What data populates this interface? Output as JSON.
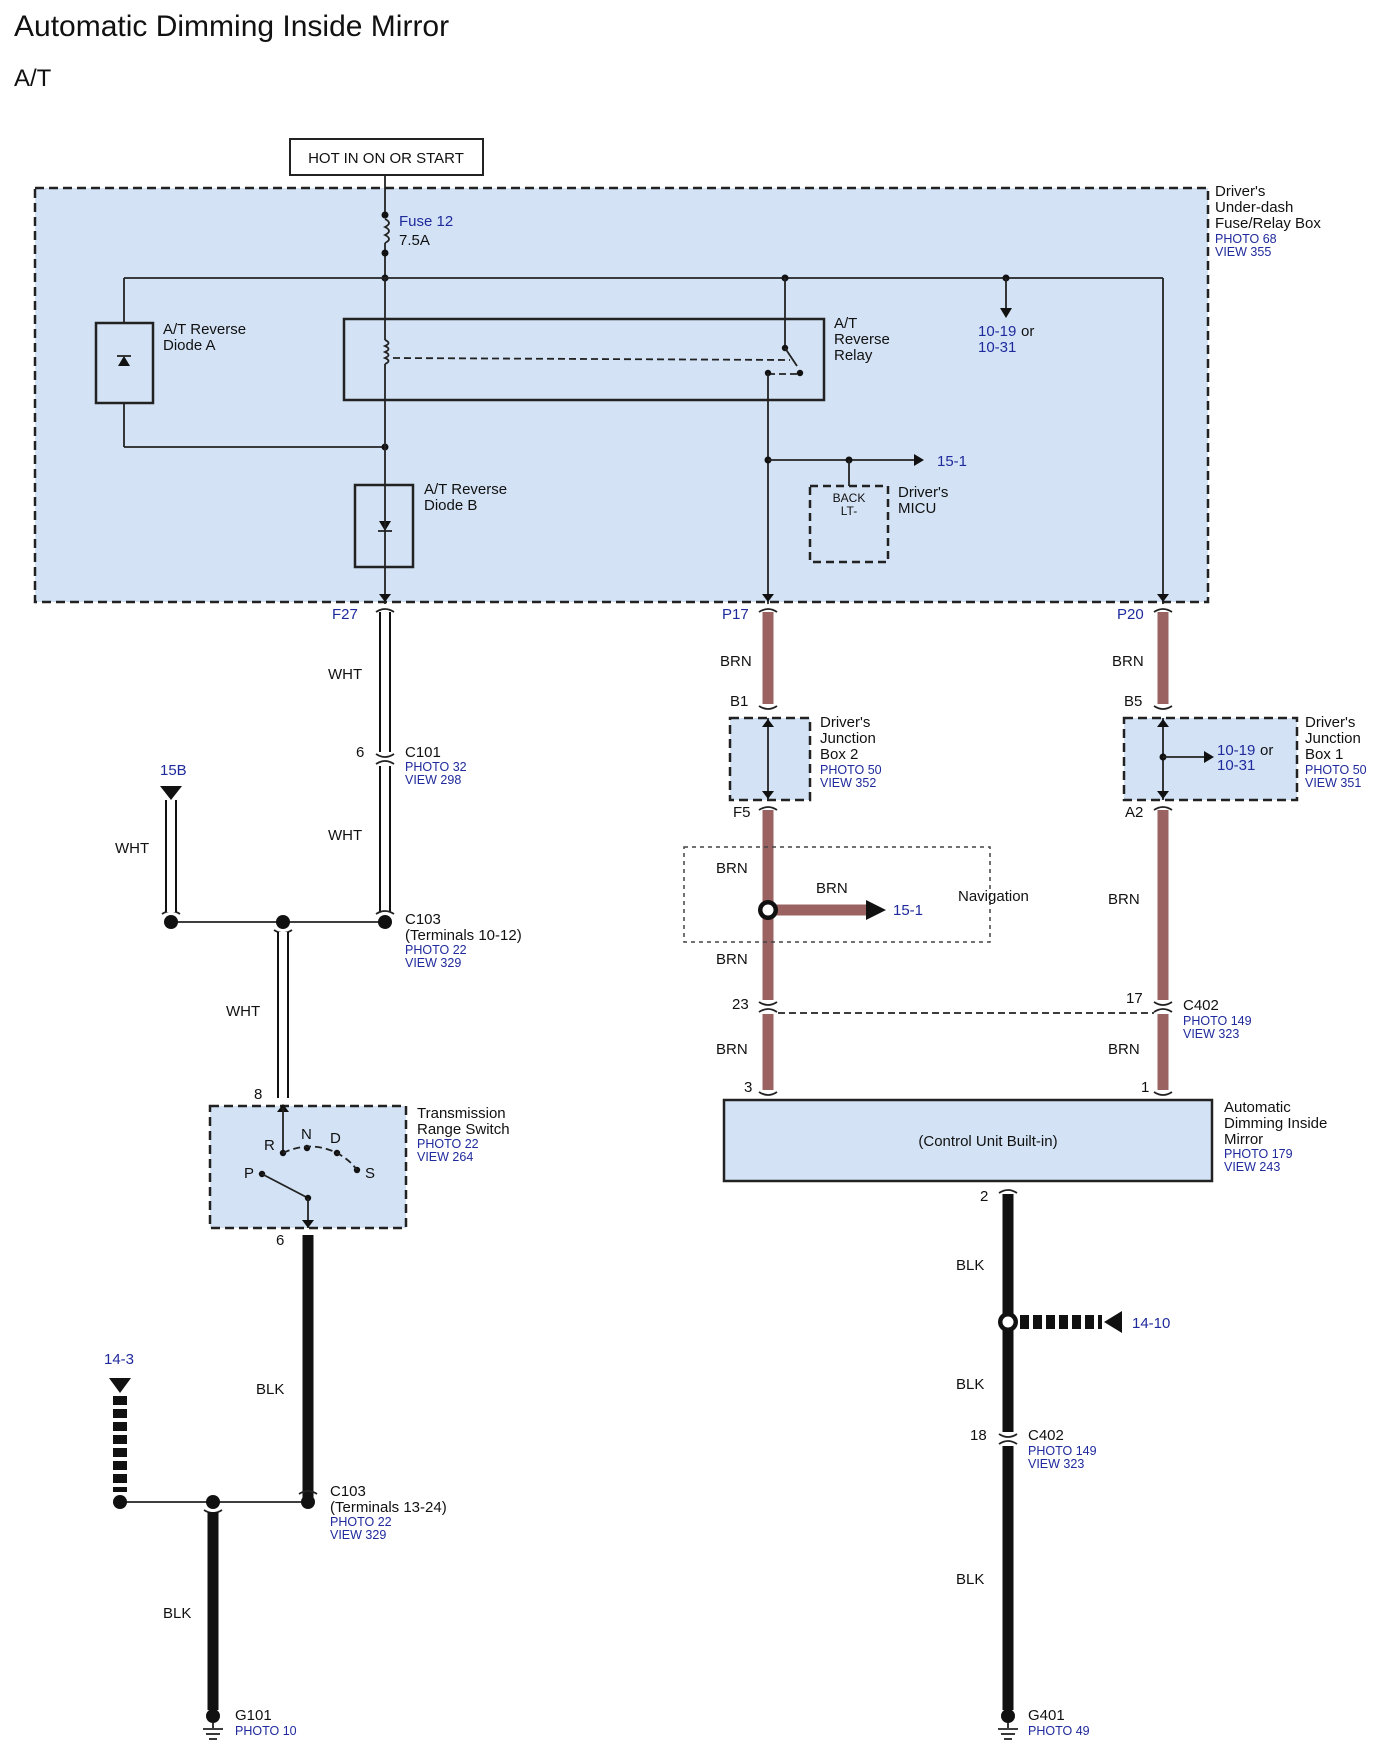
{
  "title": "Automatic Dimming Inside Mirror",
  "subtitle": "A/T",
  "hot_label": "HOT IN ON OR START",
  "fuse": {
    "name": "Fuse 12",
    "rating": "7.5A"
  },
  "fuse_box": {
    "name_1": "Driver's",
    "name_2": "Under-dash",
    "name_3": "Fuse/Relay Box",
    "photo": "PHOTO 68",
    "view": "VIEW 355"
  },
  "diode_a": {
    "line1": "A/T Reverse",
    "line2": "Diode A"
  },
  "diode_b": {
    "line1": "A/T Reverse",
    "line2": "Diode B"
  },
  "relay": {
    "line1": "A/T",
    "line2": "Reverse",
    "line3": "Relay"
  },
  "ref_top": {
    "a": "10-19",
    "or": "or",
    "b": "10-31"
  },
  "micu": {
    "inner1": "BACK",
    "inner2": "LT-",
    "name1": "Driver's",
    "name2": "MICU",
    "ref": "15-1"
  },
  "terminals": {
    "f27": "F27",
    "p17": "P17",
    "p20": "P20",
    "b1": "B1",
    "f5": "F5",
    "b5": "B5",
    "a2": "A2"
  },
  "colors": {
    "wht": "WHT",
    "brn": "BRN",
    "blk": "BLK"
  },
  "c101": {
    "pin": "6",
    "name": "C101",
    "photo": "PHOTO 32",
    "view": "VIEW 298"
  },
  "c103_top": {
    "name": "C103",
    "terms": "(Terminals 10-12)",
    "photo": "PHOTO 22",
    "view": "VIEW 329"
  },
  "ref_15b": "15B",
  "jb2": {
    "line1": "Driver's",
    "line2": "Junction",
    "line3": "Box 2",
    "photo": "PHOTO 50",
    "view": "VIEW 352"
  },
  "jb1": {
    "line1": "Driver's",
    "line2": "Junction",
    "line3": "Box 1",
    "photo": "PHOTO 50",
    "view": "VIEW 351",
    "ref_a": "10-19",
    "ref_or": "or",
    "ref_b": "10-31"
  },
  "navigation": {
    "label": "Navigation",
    "ref": "15-1"
  },
  "c402_top": {
    "pin_left": "23",
    "pin_right": "17",
    "name": "C402",
    "photo": "PHOTO 149",
    "view": "VIEW 323"
  },
  "mirror": {
    "pin3": "3",
    "pin1": "1",
    "pin2": "2",
    "inner": "(Control Unit Built-in)",
    "line1": "Automatic",
    "line2": "Dimming Inside",
    "line3": "Mirror",
    "photo": "PHOTO 179",
    "view": "VIEW 243"
  },
  "trs": {
    "pin_top": "8",
    "pin_bottom": "6",
    "line1": "Transmission",
    "line2": "Range Switch",
    "photo": "PHOTO 22",
    "view": "VIEW 264",
    "pos_r": "R",
    "pos_n": "N",
    "pos_d": "D",
    "pos_p": "P",
    "pos_s": "S"
  },
  "ref_14_3": "14-3",
  "ref_14_10": "14-10",
  "c103_bot": {
    "name": "C103",
    "terms": "(Terminals 13-24)",
    "photo": "PHOTO 22",
    "view": "VIEW 329"
  },
  "c402_bot": {
    "pin": "18",
    "name": "C402",
    "photo": "PHOTO 149",
    "view": "VIEW 323"
  },
  "g101": {
    "name": "G101",
    "photo": "PHOTO 10"
  },
  "g401": {
    "name": "G401",
    "photo": "PHOTO 49"
  }
}
